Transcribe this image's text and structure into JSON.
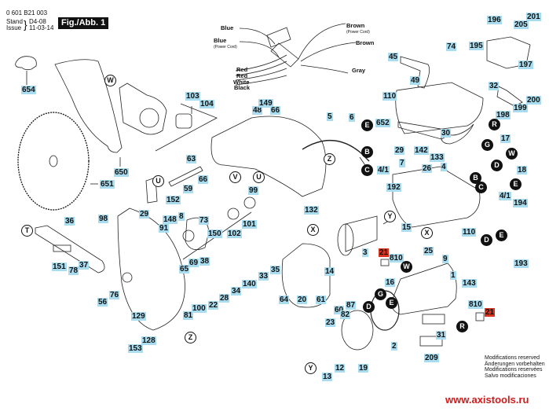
{
  "header": {
    "part_number": "0 601 B21 003",
    "stand_label": "Stand",
    "issue_label": "Issue",
    "stand_value": "D4-08",
    "issue_value": "11-03-14",
    "figure_label": "Fig./Abb. 1"
  },
  "wiring": {
    "left": [
      {
        "label": "Blue",
        "sub": ""
      },
      {
        "label": "Blue",
        "sub": "(Power Cord)"
      },
      {
        "label": "Red",
        "sub": ""
      },
      {
        "label": "Red",
        "sub": ""
      },
      {
        "label": "White",
        "sub": ""
      },
      {
        "label": "Black",
        "sub": ""
      }
    ],
    "right": [
      {
        "label": "Brown",
        "sub": "(Power Cord)"
      },
      {
        "label": "Brown",
        "sub": ""
      },
      {
        "label": "Gray",
        "sub": ""
      }
    ]
  },
  "part_labels": [
    {
      "id": "654"
    },
    {
      "id": "650"
    },
    {
      "id": "651"
    },
    {
      "id": "103"
    },
    {
      "id": "104"
    },
    {
      "id": "48"
    },
    {
      "id": "149"
    },
    {
      "id": "66"
    },
    {
      "id": "63"
    },
    {
      "id": "66"
    },
    {
      "id": "59"
    },
    {
      "id": "152"
    },
    {
      "id": "29"
    },
    {
      "id": "98"
    },
    {
      "id": "148"
    },
    {
      "id": "8"
    },
    {
      "id": "91"
    },
    {
      "id": "73"
    },
    {
      "id": "150"
    },
    {
      "id": "102"
    },
    {
      "id": "101"
    },
    {
      "id": "99"
    },
    {
      "id": "132"
    },
    {
      "id": "65"
    },
    {
      "id": "69"
    },
    {
      "id": "38"
    },
    {
      "id": "36"
    },
    {
      "id": "151"
    },
    {
      "id": "37"
    },
    {
      "id": "78"
    },
    {
      "id": "56"
    },
    {
      "id": "76"
    },
    {
      "id": "129"
    },
    {
      "id": "128"
    },
    {
      "id": "153"
    },
    {
      "id": "81"
    },
    {
      "id": "100"
    },
    {
      "id": "22"
    },
    {
      "id": "28"
    },
    {
      "id": "34"
    },
    {
      "id": "140"
    },
    {
      "id": "33"
    },
    {
      "id": "35"
    },
    {
      "id": "64"
    },
    {
      "id": "20"
    },
    {
      "id": "14"
    },
    {
      "id": "3"
    },
    {
      "id": "61"
    },
    {
      "id": "60"
    },
    {
      "id": "82"
    },
    {
      "id": "87"
    },
    {
      "id": "23"
    },
    {
      "id": "13"
    },
    {
      "id": "12"
    },
    {
      "id": "19"
    },
    {
      "id": "2"
    },
    {
      "id": "21"
    },
    {
      "id": "810"
    },
    {
      "id": "16"
    },
    {
      "id": "25"
    },
    {
      "id": "9"
    },
    {
      "id": "1"
    },
    {
      "id": "31"
    },
    {
      "id": "209"
    },
    {
      "id": "143"
    },
    {
      "id": "810"
    },
    {
      "id": "21"
    },
    {
      "id": "5"
    },
    {
      "id": "6"
    },
    {
      "id": "4/1"
    },
    {
      "id": "652"
    },
    {
      "id": "29"
    },
    {
      "id": "142"
    },
    {
      "id": "7"
    },
    {
      "id": "26"
    },
    {
      "id": "192"
    },
    {
      "id": "15"
    },
    {
      "id": "30"
    },
    {
      "id": "133"
    },
    {
      "id": "4"
    },
    {
      "id": "110"
    },
    {
      "id": "17"
    },
    {
      "id": "18"
    },
    {
      "id": "4/1"
    },
    {
      "id": "194"
    },
    {
      "id": "193"
    },
    {
      "id": "45"
    },
    {
      "id": "74"
    },
    {
      "id": "49"
    },
    {
      "id": "110"
    },
    {
      "id": "32"
    },
    {
      "id": "196"
    },
    {
      "id": "205"
    },
    {
      "id": "201"
    },
    {
      "id": "195"
    },
    {
      "id": "197"
    },
    {
      "id": "200"
    },
    {
      "id": "199"
    },
    {
      "id": "198"
    }
  ],
  "callouts": [
    {
      "letter": "W",
      "filled": false
    },
    {
      "letter": "V",
      "filled": false
    },
    {
      "letter": "U",
      "filled": false
    },
    {
      "letter": "Z",
      "filled": false
    },
    {
      "letter": "U",
      "filled": false
    },
    {
      "letter": "T",
      "filled": false
    },
    {
      "letter": "X",
      "filled": false
    },
    {
      "letter": "Y",
      "filled": false
    },
    {
      "letter": "Z",
      "filled": false
    },
    {
      "letter": "Y",
      "filled": false
    },
    {
      "letter": "X",
      "filled": false
    },
    {
      "letter": "E",
      "filled": true
    },
    {
      "letter": "B",
      "filled": true
    },
    {
      "letter": "C",
      "filled": true
    },
    {
      "letter": "R",
      "filled": true
    },
    {
      "letter": "G",
      "filled": true
    },
    {
      "letter": "D",
      "filled": true
    },
    {
      "letter": "W",
      "filled": true
    },
    {
      "letter": "B",
      "filled": true
    },
    {
      "letter": "C",
      "filled": true
    },
    {
      "letter": "E",
      "filled": true
    },
    {
      "letter": "D",
      "filled": true
    },
    {
      "letter": "E",
      "filled": true
    },
    {
      "letter": "W",
      "filled": true
    },
    {
      "letter": "G",
      "filled": true
    },
    {
      "letter": "D",
      "filled": true
    },
    {
      "letter": "E",
      "filled": true
    },
    {
      "letter": "R",
      "filled": true
    }
  ],
  "notes": [
    "Modifications reserved",
    "Änderungen vorbehalten",
    "Modifications reservées",
    "Salvo modificaciones"
  ],
  "website": "www.axistools.ru",
  "colors": {
    "label_bg": "#a9dcef",
    "highlight_bg": "#d7341f",
    "url": "#d01b1b"
  }
}
